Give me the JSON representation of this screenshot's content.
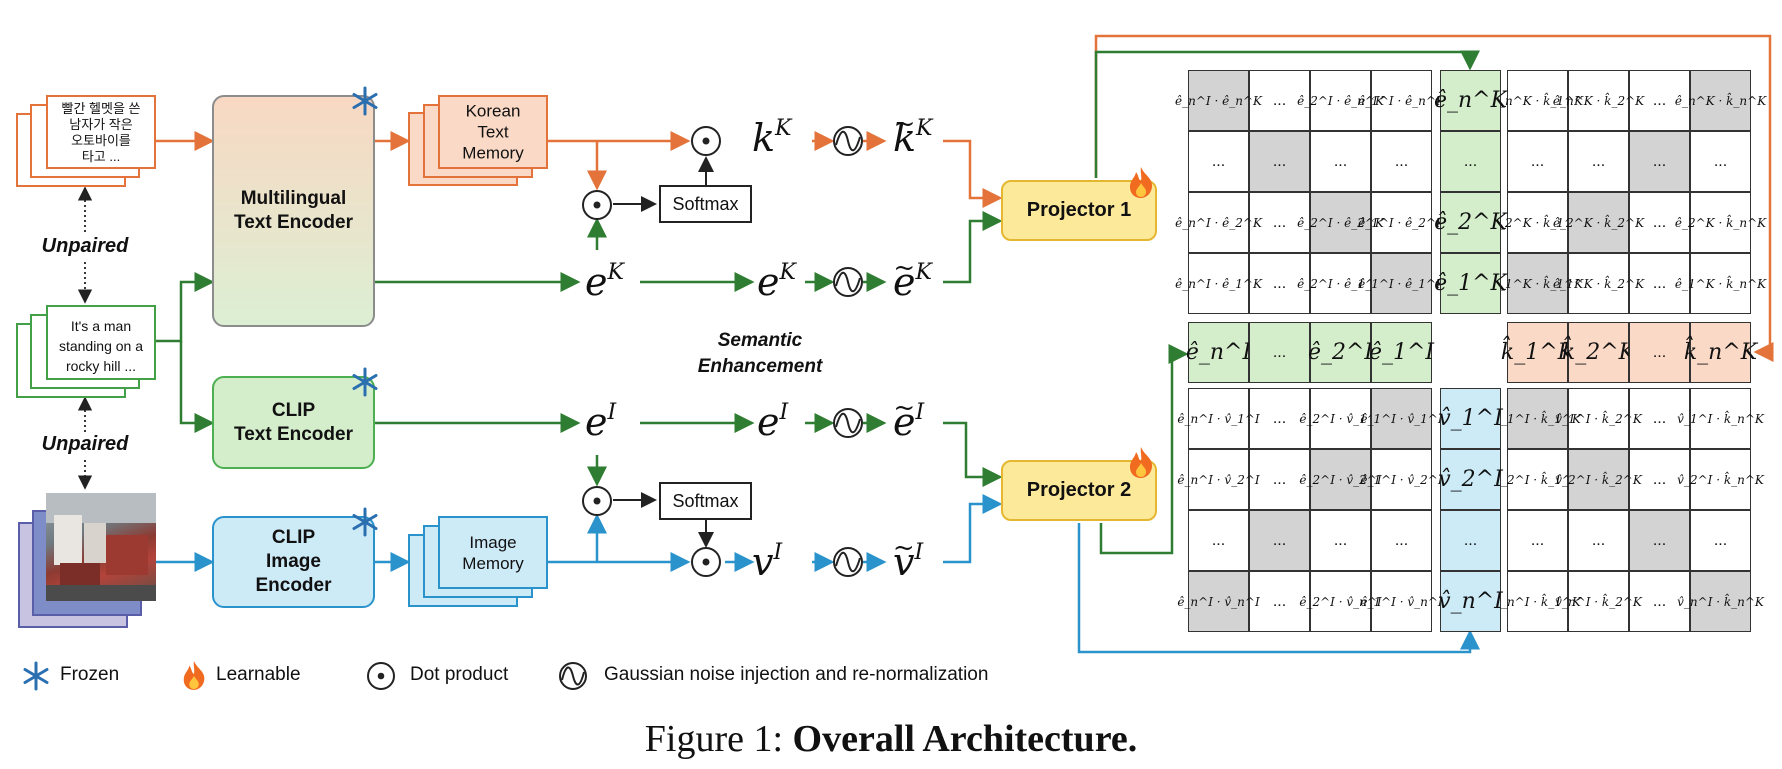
{
  "inputs": {
    "korean_caption": "빨간 헬멧을 쓴\n남자가 작은\n오토바이를\n타고 ...",
    "english_caption": "It's a man\nstanding on a\nrocky hill ...",
    "unpaired_label": "Unpaired"
  },
  "encoders": {
    "multilingual": "Multilingual\nText Encoder",
    "clip_text": "CLIP\nText Encoder",
    "clip_image": "CLIP\nImage\nEncoder"
  },
  "memories": {
    "korean": "Korean\nText\nMemory",
    "image": "Image\nMemory"
  },
  "semantic": {
    "title": "Semantic\nEnhancement",
    "softmax": "Softmax"
  },
  "projectors": {
    "p1": "Projector 1",
    "p2": "Projector 2"
  },
  "legend": {
    "frozen": "Frozen",
    "learnable": "Learnable",
    "dot": "Dot product",
    "noise": "Gaussian noise injection and re-normalization"
  },
  "caption": {
    "prefix": "Figure 1: ",
    "bold": "Overall Architecture."
  },
  "colors": {
    "orange": "#e3733a",
    "green": "#2e7d32",
    "blue": "#2b93cc",
    "gray_panel": "#d9d9d9",
    "projector_fill": "#fde99a",
    "orange_fill": "#fad9c7",
    "green_fill": "#d4edcb",
    "blue_fill": "#cdeaf7"
  },
  "icons": {
    "frozen": "snowflake-icon",
    "learnable": "flame-icon",
    "dot": "dot-product-icon",
    "noise": "noise-icon"
  },
  "matrices": {
    "top_left": [
      [
        "ê_n^I · ê_n^K",
        "...",
        "ê_2^I · ê_n^K",
        "ê_1^I · ê_n^K"
      ],
      [
        "...",
        "...",
        "...",
        "..."
      ],
      [
        "ê_n^I · ê_2^K",
        "...",
        "ê_2^I · ê_2^K",
        "ê_1^I · ê_2^K"
      ],
      [
        "ê_n^I · ê_1^K",
        "...",
        "ê_2^I · ê_1^K",
        "ê_1^I · ê_1^K"
      ]
    ],
    "top_right": [
      [
        "ê_n^K · k̂_1^K",
        "ê_n^K · k̂_2^K",
        "...",
        "ê_n^K · k̂_n^K"
      ],
      [
        "...",
        "...",
        "...",
        "..."
      ],
      [
        "ê_2^K · k̂_1^K",
        "ê_2^K · k̂_2^K",
        "...",
        "ê_2^K · k̂_n^K"
      ],
      [
        "ê_1^K · k̂_1^K",
        "ê_1^K · k̂_2^K",
        "...",
        "ê_1^K · k̂_n^K"
      ]
    ],
    "bottom_left": [
      [
        "ê_n^I · v̂_1^I",
        "...",
        "ê_2^I · v̂_1^I",
        "ê_1^I · v̂_1^I"
      ],
      [
        "ê_n^I · v̂_2^I",
        "...",
        "ê_2^I · v̂_2^I",
        "ê_1^I · v̂_2^I"
      ],
      [
        "...",
        "...",
        "...",
        "..."
      ],
      [
        "ê_n^I · v̂_n^I",
        "...",
        "ê_2^I · v̂_n^I",
        "ê_1^I · v̂_n^I"
      ]
    ],
    "bottom_right": [
      [
        "v̂_1^I · k̂_1^K",
        "v̂_1^I · k̂_2^K",
        "...",
        "v̂_1^I · k̂_n^K"
      ],
      [
        "v̂_2^I · k̂_1^K",
        "v̂_2^I · k̂_2^K",
        "...",
        "v̂_2^I · k̂_n^K"
      ],
      [
        "...",
        "...",
        "...",
        "..."
      ],
      [
        "v̂_n^I · k̂_1^K",
        "v̂_n^I · k̂_2^K",
        "...",
        "v̂_n^I · k̂_n^K"
      ]
    ],
    "col_eK": [
      "ê_n^K",
      "...",
      "ê_2^K",
      "ê_1^K"
    ],
    "col_vI": [
      "v̂_1^I",
      "v̂_2^I",
      "...",
      "v̂_n^I"
    ],
    "row_eI": [
      "ê_n^I",
      "...",
      "ê_2^I",
      "ê_1^I"
    ],
    "row_kK": [
      "k̂_1^K",
      "k̂_2^K",
      "...",
      "k̂_n^K"
    ]
  }
}
